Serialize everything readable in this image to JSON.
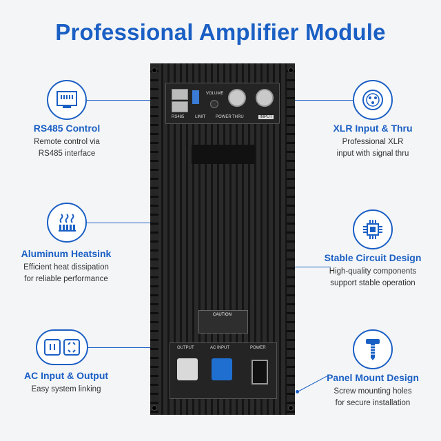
{
  "title": "Professional Amplifier Module",
  "features": {
    "rs485": {
      "title": "RS485 Control",
      "desc1": "Remote control via",
      "desc2": "RS485 interface",
      "icon": "ethernet-port-icon"
    },
    "heatsink": {
      "title": "Aluminum Heatsink",
      "desc1": "Efficient heat dissipation",
      "desc2": "for reliable performance",
      "icon": "heat-fins-icon"
    },
    "ac": {
      "title": "AC Input & Output",
      "desc1": "Easy system linking",
      "icon": "power-socket-icon"
    },
    "xlr": {
      "title": "XLR Input & Thru",
      "desc1": "Professional XLR",
      "desc2": "input with signal thru",
      "icon": "xlr-connector-icon"
    },
    "circuit": {
      "title": "Stable Circuit Design",
      "desc1": "High-quality components",
      "desc2": "support stable operation",
      "icon": "chip-icon"
    },
    "mount": {
      "title": "Panel Mount Design",
      "desc1": "Screw mounting holes",
      "desc2": "for secure installation",
      "icon": "screw-icon"
    }
  },
  "panel": {
    "rs485": "RS485",
    "thru": "THRU",
    "input": "INPUT",
    "volume": "VOLUME",
    "limit": "LIMIT",
    "power_led": "POWER",
    "output": "OUTPUT",
    "ac_input": "AC INPUT",
    "power": "POWER",
    "caution": "CAUTION"
  },
  "colors": {
    "accent": "#1a5fc4",
    "module": "#1c1c1c",
    "powercon_blue": "#1f6fd1",
    "powercon_grey": "#d9d9d9"
  }
}
